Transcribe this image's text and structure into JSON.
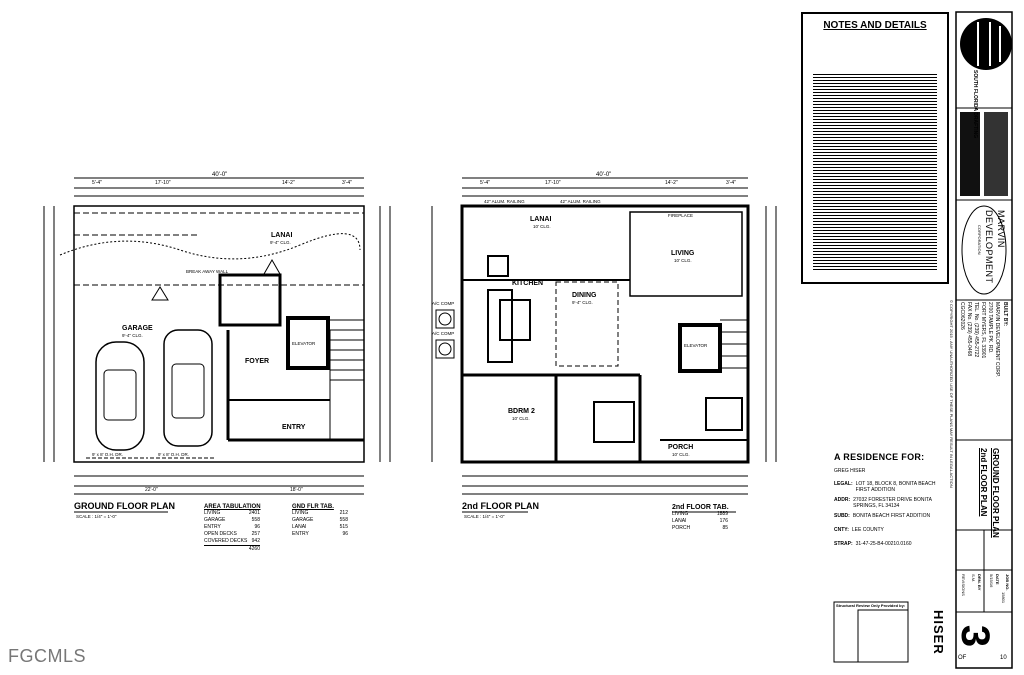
{
  "watermark": "FGCMLS",
  "ground_plan": {
    "title": "GROUND FLOOR PLAN",
    "scale": "SCALE : 1/4\" = 1'-0\"",
    "overall_width": "40'-0\"",
    "rooms": {
      "lanai": "LANAI",
      "lanai_dim": "9'-4\" CLG.",
      "garage": "GARAGE",
      "garage_dim": "9'-4\" CLG.",
      "foyer": "FOYER",
      "entry": "ENTRY",
      "elevator": "ELEVATOR",
      "breakaway_wall": "BREAK AWAY WALL",
      "door_left": "9' x 8' O.H. DR.",
      "door_right": "9' x 8' O.H. DR."
    },
    "dims_top": [
      "5'-4\"",
      "17'-10\"",
      "14'-2\"",
      "3'-4\""
    ],
    "dims_bottom": [
      "22'-0\"",
      "18'-0\""
    ]
  },
  "area_tabulation": {
    "title": "AREA TABULATION",
    "rows": [
      {
        "label": "LIVING",
        "value": "2401"
      },
      {
        "label": "GARAGE",
        "value": "558"
      },
      {
        "label": "ENTRY",
        "value": "96"
      },
      {
        "label": "OPEN DECKS",
        "value": "257"
      },
      {
        "label": "COVERED DECKS",
        "value": "942"
      }
    ],
    "total": "4260"
  },
  "gnd_flr_tab": {
    "title": "GND FLR TAB.",
    "rows": [
      {
        "label": "LIVING",
        "value": "212"
      },
      {
        "label": "GARAGE",
        "value": "558"
      },
      {
        "label": "LANAI",
        "value": "515"
      },
      {
        "label": "ENTRY",
        "value": "96"
      }
    ]
  },
  "second_plan": {
    "title": "2nd FLOOR PLAN",
    "scale": "SCALE : 1/4\" = 1'-0\"",
    "overall_width": "40'-0\"",
    "rooms": {
      "lanai": "LANAI",
      "lanai_dim": "10' CLG.",
      "living": "LIVING",
      "living_dim": "10' CLG.",
      "kitchen": "KITCHEN",
      "dining": "DINING",
      "dining_dim": "9'-4\" CLG.",
      "bedroom": "BDRM 2",
      "bedroom_dim": "10' CLG.",
      "porch": "PORCH",
      "porch_dim": "10' CLG.",
      "elevator": "ELEVATOR",
      "fireplace": "FIREPLACE",
      "ac_comp_1": "A/C COMP",
      "ac_comp_2": "A/C COMP",
      "railing_1": "42\" ALUM. RAILING",
      "railing_2": "42\" ALUM. RAILING"
    },
    "dims_top": [
      "5'-4\"",
      "17'-10\"",
      "14'-2\"",
      "3'-4\""
    ]
  },
  "second_flr_tab": {
    "title": "2nd FLOOR TAB.",
    "rows": [
      {
        "label": "LIVING",
        "value": "1889"
      },
      {
        "label": "LANAI",
        "value": "176"
      },
      {
        "label": "PORCH",
        "value": "85"
      }
    ]
  },
  "notes": {
    "title": "NOTES AND DETAILS"
  },
  "residence": {
    "title": "A RESIDENCE FOR:",
    "name": "GREG HISER",
    "legal_label": "LEGAL:",
    "legal": "LOT 18, BLOCK 8, BONITA BEACH FIRST ADDITION",
    "addr_label": "ADDR:",
    "addr": "27032 FORESTER DRIVE BONITA SPRINGS, FL 34134",
    "subd_label": "SUBD:",
    "subd": "BONITA BEACH FIRST ADDITION",
    "cnty_label": "CNTY:",
    "cnty": "LEE COUNTY",
    "strap_label": "STRAP:",
    "strap": "31-47-25-B4-00210.0160"
  },
  "builder": {
    "label": "BUILT BY:",
    "name": "MARVIN DEVELOPMENT CORP.",
    "address": "2700 TAMPLE PK. RD.",
    "city": "FORT MYERS, FL 33901",
    "tel": "TEL. No. (239) 455-2722",
    "fax": "FAX No. (239) 455-0468",
    "license": "CGC062026"
  },
  "logo": {
    "company_top": "MARVIN",
    "company_bottom": "DEVELOPMENT",
    "corp": "CORPORATION",
    "drafting": "SOUTH FLORIDA DRAFTING"
  },
  "sheet": {
    "title_1": "GROUND FLOOR PLAN",
    "title_2": "2nd FLOOR PLAN",
    "project": "HISER",
    "number": "3",
    "of": "OF",
    "total": "10",
    "copyright": "© COPYRIGHT 2015 - ANY UNAUTHORIZED USE OF THESE PLANS MAY RESULT IN LEGAL ACTION",
    "drawn_by_label": "DRN. BY",
    "drawn_by": "S.M.",
    "date_label": "DATE",
    "date": "5/15/16",
    "job_label": "JOB NO.",
    "job": "15801",
    "revisions": "REVISIONS"
  },
  "stamp": {
    "header": "Structural Review Only Provided by:"
  }
}
